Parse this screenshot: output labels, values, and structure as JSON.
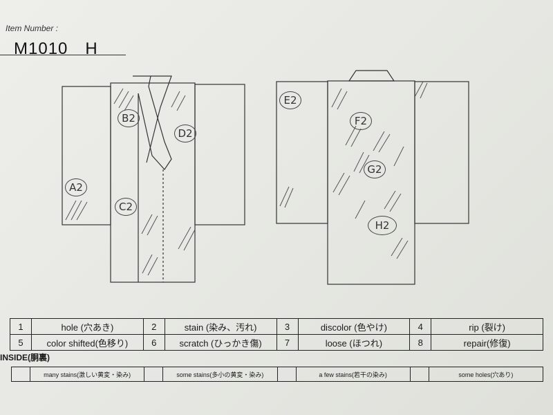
{
  "header": {
    "item_label": "Item Number :",
    "item_number": "M1010　H"
  },
  "front_marks": [
    {
      "id": "A",
      "label": "A2"
    },
    {
      "id": "B",
      "label": "B2"
    },
    {
      "id": "C",
      "label": "C2"
    },
    {
      "id": "D",
      "label": "D2"
    }
  ],
  "back_marks": [
    {
      "id": "E",
      "label": "E2"
    },
    {
      "id": "F",
      "label": "F2"
    },
    {
      "id": "G",
      "label": "G2"
    },
    {
      "id": "H",
      "label": "H2"
    }
  ],
  "defect_legend": [
    {
      "num": "1",
      "label": "hole (穴あき)"
    },
    {
      "num": "2",
      "label": "stain (染み、汚れ)"
    },
    {
      "num": "3",
      "label": "discolor (色やけ)"
    },
    {
      "num": "4",
      "label": "rip (裂け)"
    },
    {
      "num": "5",
      "label": "color shifted(色移り)"
    },
    {
      "num": "6",
      "label": "scratch (ひっかき傷)"
    },
    {
      "num": "7",
      "label": "loose (ほつれ)"
    },
    {
      "num": "8",
      "label": "repair(修復)"
    }
  ],
  "inside": {
    "label": "INSIDE(胴裏)",
    "items": [
      "many stains(激しい黄変・染み)",
      "some stains(多小の黄変・染み)",
      "a few stains(若干の染み)",
      "some holes(穴あり)"
    ]
  }
}
